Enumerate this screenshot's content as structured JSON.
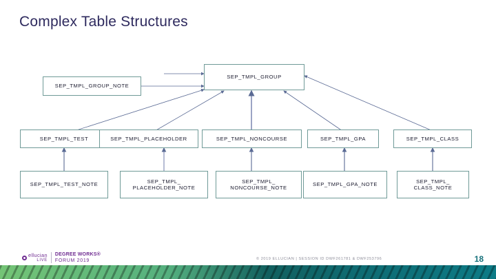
{
  "slide": {
    "title": "Complex Table Structures",
    "page_number": "18",
    "title_color": "#2e2a5e",
    "node_border_color": "#6f9a97",
    "edge_color": "#5a6a94"
  },
  "diagram": {
    "type": "entity-relationship",
    "nodes": [
      {
        "id": "group_note",
        "label": "SEP_TMPL_GROUP_NOTE",
        "row": "top"
      },
      {
        "id": "group",
        "label": "SEP_TMPL_GROUP",
        "row": "top"
      },
      {
        "id": "test",
        "label": "SEP_TMPL_TEST",
        "row": "middle"
      },
      {
        "id": "placeholder",
        "label": "SEP_TMPL_PLACEHOLDER",
        "row": "middle"
      },
      {
        "id": "noncourse",
        "label": "SEP_TMPL_NONCOURSE",
        "row": "middle"
      },
      {
        "id": "gpa",
        "label": "SEP_TMPL_GPA",
        "row": "middle"
      },
      {
        "id": "class",
        "label": "SEP_TMPL_CLASS",
        "row": "middle"
      },
      {
        "id": "test_note",
        "label": "SEP_TMPL_TEST_NOTE",
        "row": "bottom"
      },
      {
        "id": "placeholder_note",
        "label": "SEP_TMPL_\nPLACEHOLDER_NOTE",
        "row": "bottom"
      },
      {
        "id": "noncourse_note",
        "label": "SEP_TMPL_\nNONCOURSE_NOTE",
        "row": "bottom"
      },
      {
        "id": "gpa_note",
        "label": "SEP_TMPL_GPA_NOTE",
        "row": "bottom"
      },
      {
        "id": "class_note",
        "label": "SEP_TMPL_\nCLASS_NOTE",
        "row": "bottom"
      }
    ],
    "edges": [
      {
        "from": "group_note",
        "to": "group"
      },
      {
        "from": "test",
        "to": "group"
      },
      {
        "from": "placeholder",
        "to": "group"
      },
      {
        "from": "noncourse",
        "to": "group"
      },
      {
        "from": "gpa",
        "to": "group"
      },
      {
        "from": "class",
        "to": "group"
      },
      {
        "from": "test_note",
        "to": "test"
      },
      {
        "from": "placeholder_note",
        "to": "placeholder"
      },
      {
        "from": "noncourse_note",
        "to": "noncourse"
      },
      {
        "from": "gpa_note",
        "to": "gpa"
      },
      {
        "from": "class_note",
        "to": "class"
      }
    ]
  },
  "footer": {
    "logo": {
      "brand": "ellucian",
      "brand_sub": "LIVE",
      "product": "DEGREE WORKS®",
      "event": "FORUM 2019"
    },
    "copyright": "© 2019 ELLUCIAN  |  SESSION ID  DWF261781 & DWF253796"
  }
}
